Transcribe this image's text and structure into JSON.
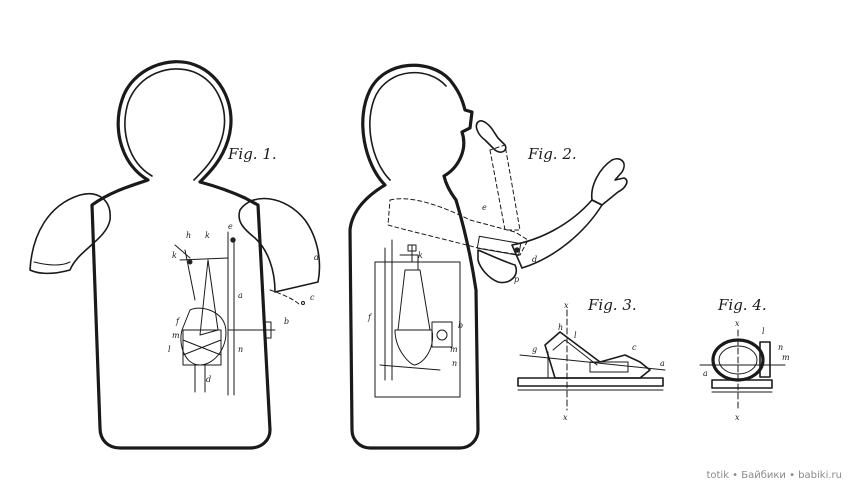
{
  "figures": {
    "fig1": "Fig. 1.",
    "fig2": "Fig. 2.",
    "fig3": "Fig. 3.",
    "fig4": "Fig. 4."
  },
  "reference_letters": {
    "fig1": [
      "e",
      "h",
      "k",
      "k",
      "d",
      "c",
      "a",
      "f",
      "b",
      "m",
      "l",
      "n",
      "d"
    ],
    "fig2": [
      "e",
      "k",
      "f",
      "b",
      "m",
      "n",
      "d",
      "p"
    ],
    "fig3": [
      "x",
      "g",
      "h",
      "l",
      "c",
      "a",
      "x"
    ],
    "fig4": [
      "x",
      "l",
      "n",
      "m",
      "a",
      "x"
    ]
  },
  "watermark": "totik • Байбики • babiki.ru"
}
